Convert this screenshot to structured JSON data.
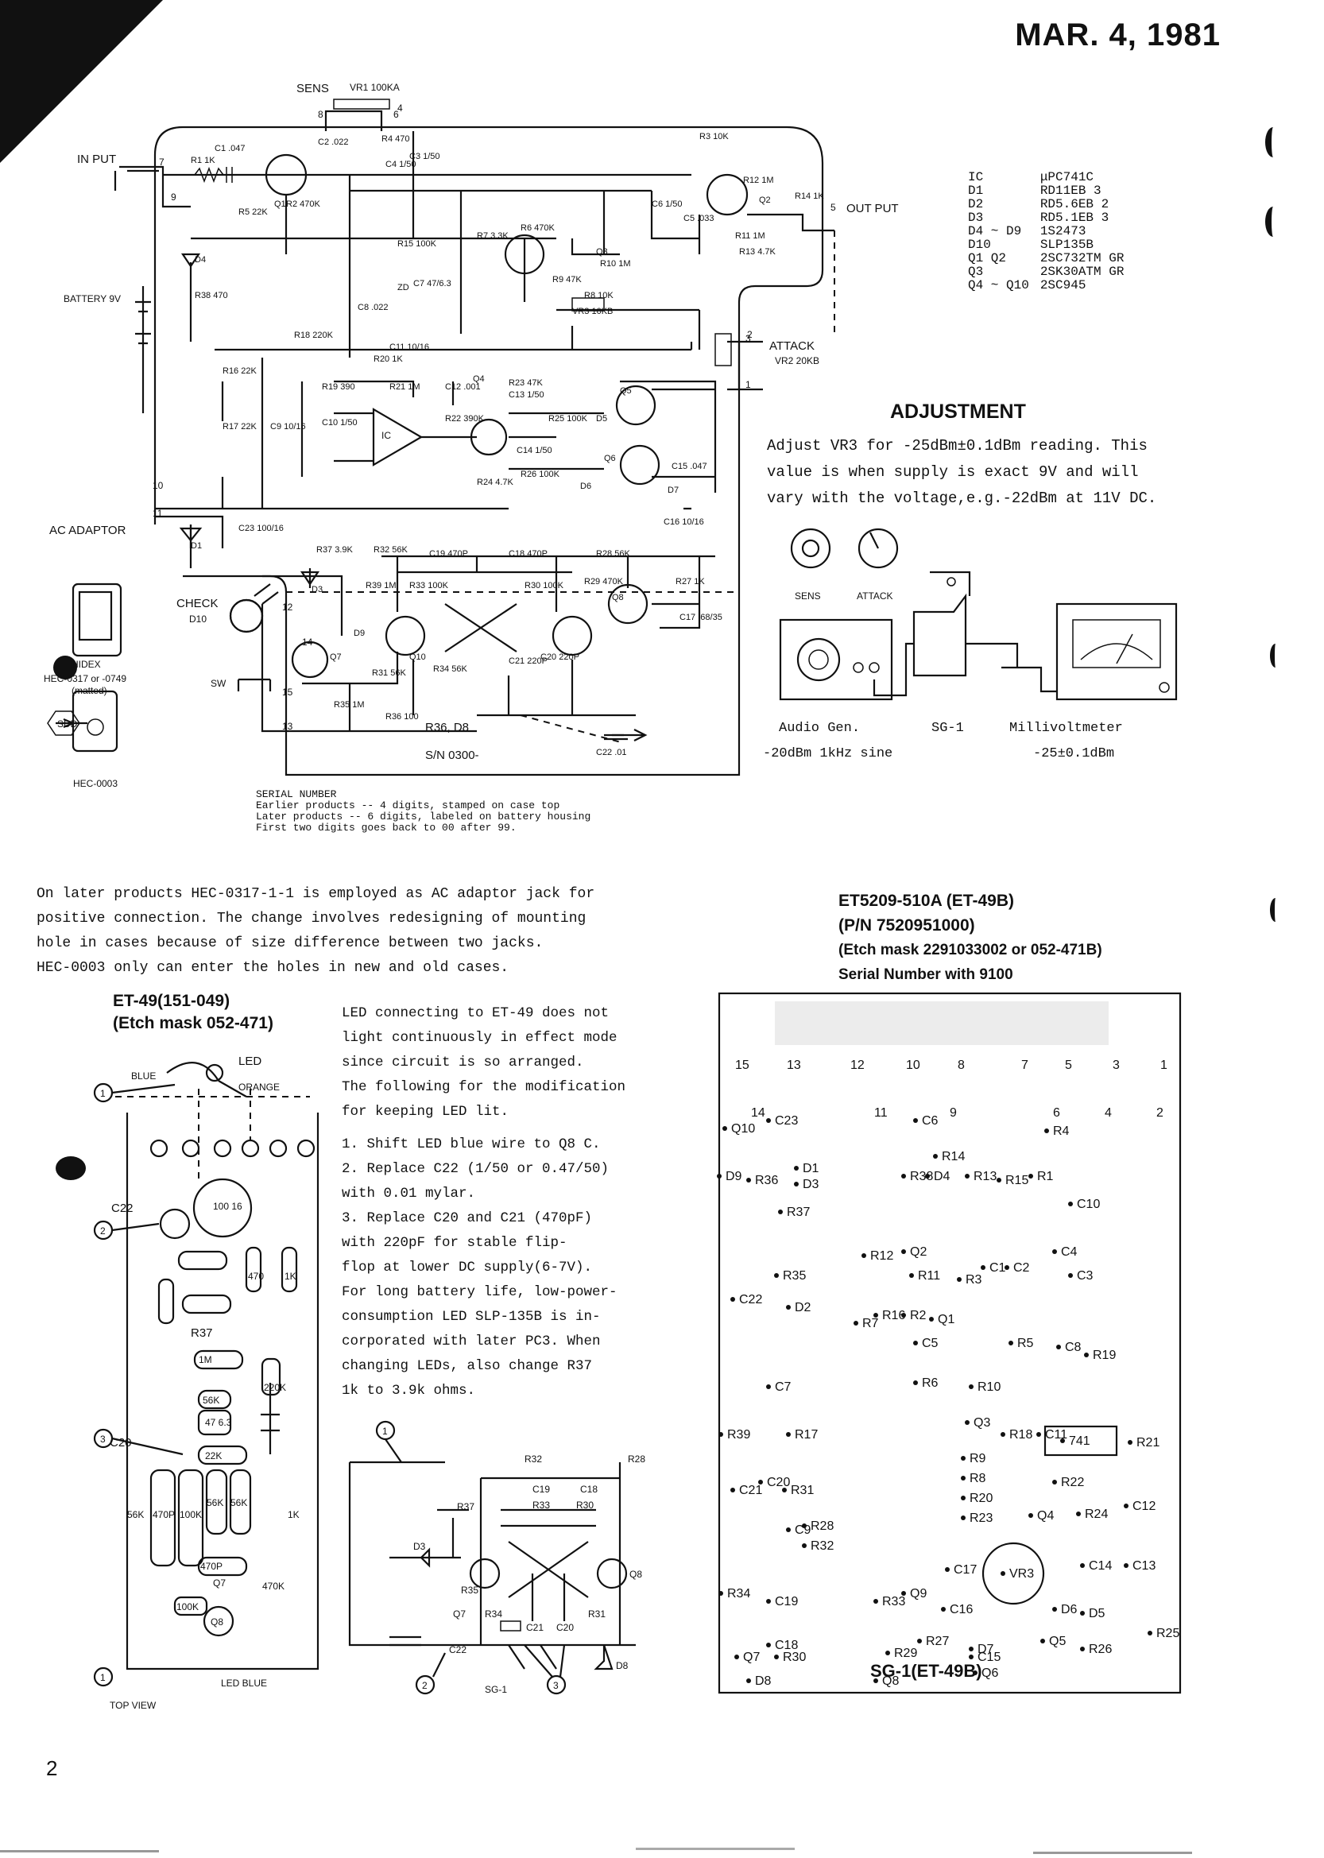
{
  "header": {
    "date": "MAR. 4, 1981",
    "page_number": "2"
  },
  "schematic": {
    "labels": {
      "sens": "SENS",
      "vr1": "VR1 100KA",
      "input": "IN PUT",
      "output": "OUT PUT",
      "battery": "BATTERY\n9V",
      "ac_adaptor": "AC ADAPTOR",
      "attack": "ATTACK",
      "vr2": "VR2\n20KB",
      "check": "CHECK",
      "d10": "D10",
      "sw": "SW",
      "ic": "IC",
      "r36_d8": "R36, D8",
      "sn_0300": "S/N 0300-",
      "hidex": "HIDEX",
      "hec_0317": "HEC-0317 or -0749",
      "matted": "(matted)",
      "hec_0003": "HEC-0003",
      "sdd": "SDD"
    },
    "components": [
      "R1 1K",
      "C1 .047",
      "Q1",
      "C2 .022",
      "R4 470",
      "C3 1/50",
      "C4 1/50",
      "R5 22K",
      "R2 470K",
      "R3 10K",
      "R12 1M",
      "Q2",
      "R14 1K",
      "C6 1/50",
      "C5 .033",
      "R11 1M",
      "R13 4.7K",
      "R15 100K",
      "R7 3.3K",
      "R6 470K",
      "Q3",
      "R10 1M",
      "R9 47K",
      "R8 10K",
      "VR3 10KB",
      "C7 47/6.3",
      "ZD",
      "D4",
      "R38 470",
      "R16 22K",
      "R17 22K",
      "C9 10/16",
      "R18 220K",
      "C8 .022",
      "R19 390",
      "C10 1/50",
      "R20 1K",
      "C11 10/16",
      "R21 1M",
      "C12 .001",
      "R22 390K",
      "Q4",
      "R23 47K",
      "C13 1/50",
      "R25 100K",
      "D5",
      "Q5",
      "C14 1/50",
      "R24 4.7K",
      "R26 100K",
      "D6",
      "Q6",
      "C15 .047",
      "D7",
      "C16 10/16",
      "D1",
      "C23 100/16",
      "R37 3.9K",
      "D3",
      "R32 56K",
      "C19 470P",
      "R33 100K",
      "C18 470P",
      "R28 56K",
      "R30 100K",
      "R29 470K",
      "Q8",
      "R27 1K",
      "C17 .68/35",
      "R39 1M",
      "D9",
      "Q7",
      "Q10",
      "R34 56K",
      "C21 220P",
      "C20 220P",
      "R31 56K",
      "R35 1M",
      "R36 100",
      "C22 .01"
    ],
    "pin_numbers": [
      "8",
      "6",
      "4",
      "7",
      "9",
      "10",
      "11",
      "12",
      "14",
      "15",
      "13",
      "3",
      "1",
      "2",
      "5"
    ],
    "serial_note": [
      "SERIAL NUMBER",
      "Earlier products -- 4 digits, stamped on case top",
      "Later products -- 6 digits, labeled on battery housing",
      "First two digits goes back to 00 after 99."
    ]
  },
  "parts_list": [
    {
      "ref": "IC",
      "part": "μPC741C"
    },
    {
      "ref": "D1",
      "part": "RD11EB 3"
    },
    {
      "ref": "D2",
      "part": "RD5.6EB 2"
    },
    {
      "ref": "D3",
      "part": "RD5.1EB 3"
    },
    {
      "ref": "D4 ~ D9",
      "part": "1S2473"
    },
    {
      "ref": "D10",
      "part": "SLP135B"
    },
    {
      "ref": "Q1 Q2",
      "part": "2SC732TM GR"
    },
    {
      "ref": "Q3",
      "part": "2SK30ATM GR"
    },
    {
      "ref": "Q4 ~ Q10",
      "part": "2SC945"
    }
  ],
  "adjustment": {
    "title": "ADJUSTMENT",
    "lines": [
      "Adjust VR3 for -25dBm±0.1dBm reading. This",
      "value is when supply is exact 9V and will",
      "vary with the voltage,e.g.-22dBm at 11V DC."
    ],
    "knob_labels": [
      "SENS",
      "ATTACK"
    ],
    "equipment": [
      "Audio Gen.",
      "SG-1",
      "Millivoltmeter"
    ],
    "settings": [
      "-20dBm 1kHz sine",
      "-25±0.1dBm"
    ]
  },
  "note_left": [
    "On later products HEC-0317-1-1 is employed as AC adaptor jack for",
    "positive connection.  The change involves redesigning of mounting",
    "hole in cases because of size difference between two jacks.",
    "HEC-0003 only can enter the holes in new and old cases."
  ],
  "et49": {
    "title": "ET-49(151-049)",
    "etch": "(Etch mask 052-471)",
    "labels": {
      "led": "LED",
      "blue": "BLUE",
      "orange": "ORANGE",
      "top_view": "TOP VIEW",
      "led_blue": "LED\nBLUE",
      "c22": "C22",
      "c20": "C20",
      "r37": "R37",
      "q8": "Q8",
      "q7": "Q7"
    },
    "board_values": [
      "100\n16",
      "470",
      "1K",
      "1M",
      "56K",
      "47\n6.3",
      "22K",
      "220K",
      "470P",
      "100K",
      "56K",
      "56K",
      "56K",
      "470P",
      "100K",
      "470K",
      "1K"
    ]
  },
  "modification": {
    "intro": [
      "LED connecting to ET-49 does not",
      "light continuously in effect mode",
      "since circuit is so arranged.",
      "The following for the modification",
      "for keeping LED lit."
    ],
    "steps": [
      "1.  Shift LED blue wire to Q8 C.",
      "2.  Replace C22 (1/50 or 0.47/50)",
      "     with 0.01 mylar.",
      "3.  Replace C20 and C21  (470pF)",
      "     with 220pF for  stable flip-",
      "     flop at lower DC supply(6-7V)."
    ],
    "battery_note": [
      "For long battery life, low-power-",
      "consumption LED SLP-135B is in-",
      "corporated with later PC3.  When",
      "changing LEDs, also change R37",
      "1k to 3.9k ohms."
    ]
  },
  "sg1_detail": {
    "labels": [
      "R32",
      "C19",
      "C18",
      "R28",
      "R33",
      "R30",
      "R37",
      "D3",
      "R35",
      "Q7",
      "Q8",
      "R34",
      "R31",
      "C21",
      "C20",
      "C22",
      "D8",
      "SG-1"
    ]
  },
  "et5209": {
    "title_lines": [
      "ET5209-510A (ET-49B)",
      "(P/N 7520951000)",
      "(Etch mask 2291033002 or 052-471B)",
      "Serial Number with 9100"
    ],
    "board_label": "SG-1(ET-49B)",
    "pin_row": [
      "15",
      "13",
      "12",
      "10",
      "8",
      "7",
      "5",
      "3",
      "1"
    ],
    "pin_row2": [
      "14",
      "11",
      "9",
      "6",
      "4",
      "2"
    ],
    "parts": [
      "Q10",
      "C23",
      "C6",
      "R4",
      "D9",
      "R36",
      "D1",
      "D3",
      "R38",
      "D4",
      "R14",
      "R13",
      "R15",
      "R1",
      "C10",
      "R37",
      "Q2",
      "C4",
      "R12",
      "R35",
      "R11",
      "R3",
      "C1",
      "C2",
      "C3",
      "C22",
      "D2",
      "R7",
      "R16",
      "R2",
      "Q1",
      "C5",
      "R5",
      "C8",
      "R19",
      "C7",
      "R6",
      "R10",
      "R39",
      "R17",
      "Q3",
      "R18",
      "C11",
      "741",
      "R21",
      "R9",
      "C20",
      "R8",
      "C21",
      "R31",
      "C9",
      "R20",
      "R22",
      "R28",
      "R32",
      "R23",
      "Q4",
      "R24",
      "C12",
      "C17",
      "R34",
      "C19",
      "Q9",
      "C16",
      "VR3",
      "C14",
      "C13",
      "C18",
      "R33",
      "D6",
      "D5",
      "Q5",
      "C15",
      "Q7",
      "R30",
      "R27",
      "Q6",
      "R26",
      "R25",
      "D7",
      "D8",
      "Q8",
      "R29"
    ]
  }
}
